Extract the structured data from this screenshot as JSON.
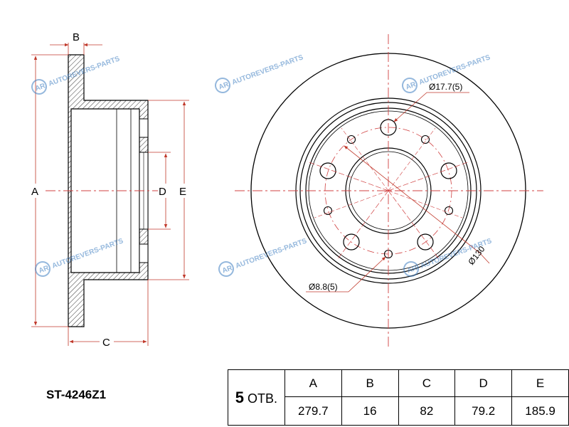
{
  "part_number": "ST-4246Z1",
  "table": {
    "holes_count": "5",
    "holes_unit": "ОТВ.",
    "columns": [
      "A",
      "B",
      "C",
      "D",
      "E"
    ],
    "values": [
      "279.7",
      "16",
      "82",
      "79.2",
      "185.9"
    ]
  },
  "side_view": {
    "labels": {
      "a": "A",
      "b": "B",
      "c": "C",
      "d": "D",
      "e": "E"
    }
  },
  "front_view": {
    "large_hole_label": "Ø17.7(5)",
    "small_hole_label": "Ø8.8(5)",
    "pcd_label": "Ø130"
  },
  "watermark": {
    "text": "AUTOREVERS-PARTS",
    "logo_letters": "AR",
    "color": "#3f7fc1"
  },
  "colors": {
    "line": "#000000",
    "dimension": "#c0392b",
    "centerline": "#d04040",
    "hatch": "#000000"
  }
}
